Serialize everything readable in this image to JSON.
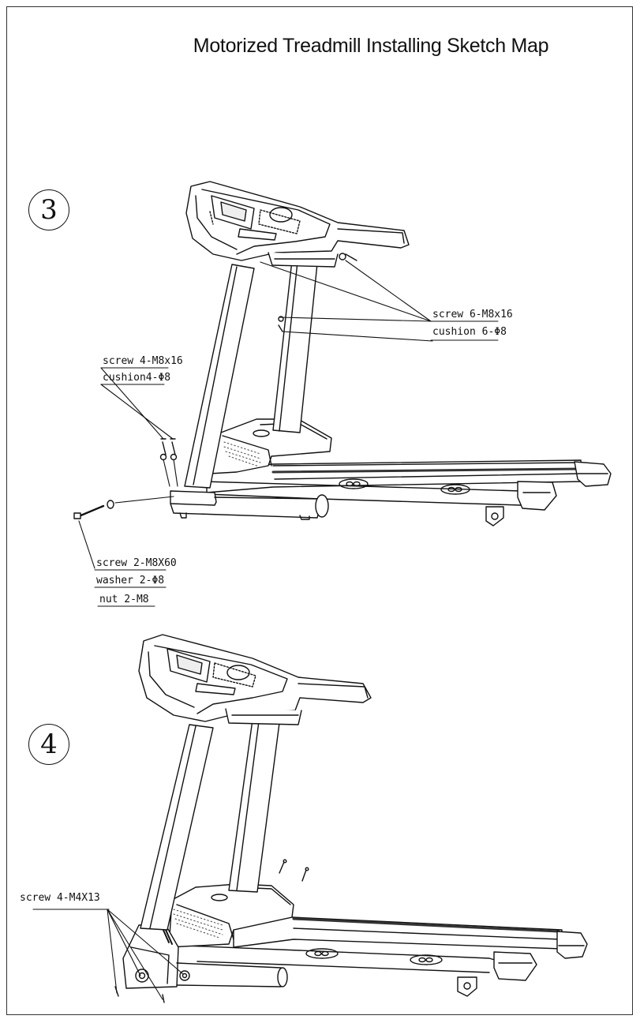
{
  "title": "Motorized Treadmill Installing Sketch Map",
  "steps": [
    {
      "number": "3",
      "labels": {
        "screw_top": "screw 6-M8x16",
        "cushion_top": "cushion 6-Φ8",
        "screw_left": "screw 4-M8x16",
        "cushion_left": "cushion4-Φ8",
        "screw_base": "screw 2-M8X60",
        "washer_base": "washer 2-Φ8",
        "nut_base": "nut 2-M8"
      }
    },
    {
      "number": "4",
      "labels": {
        "screw_cover": "screw 4-M4X13"
      }
    }
  ]
}
